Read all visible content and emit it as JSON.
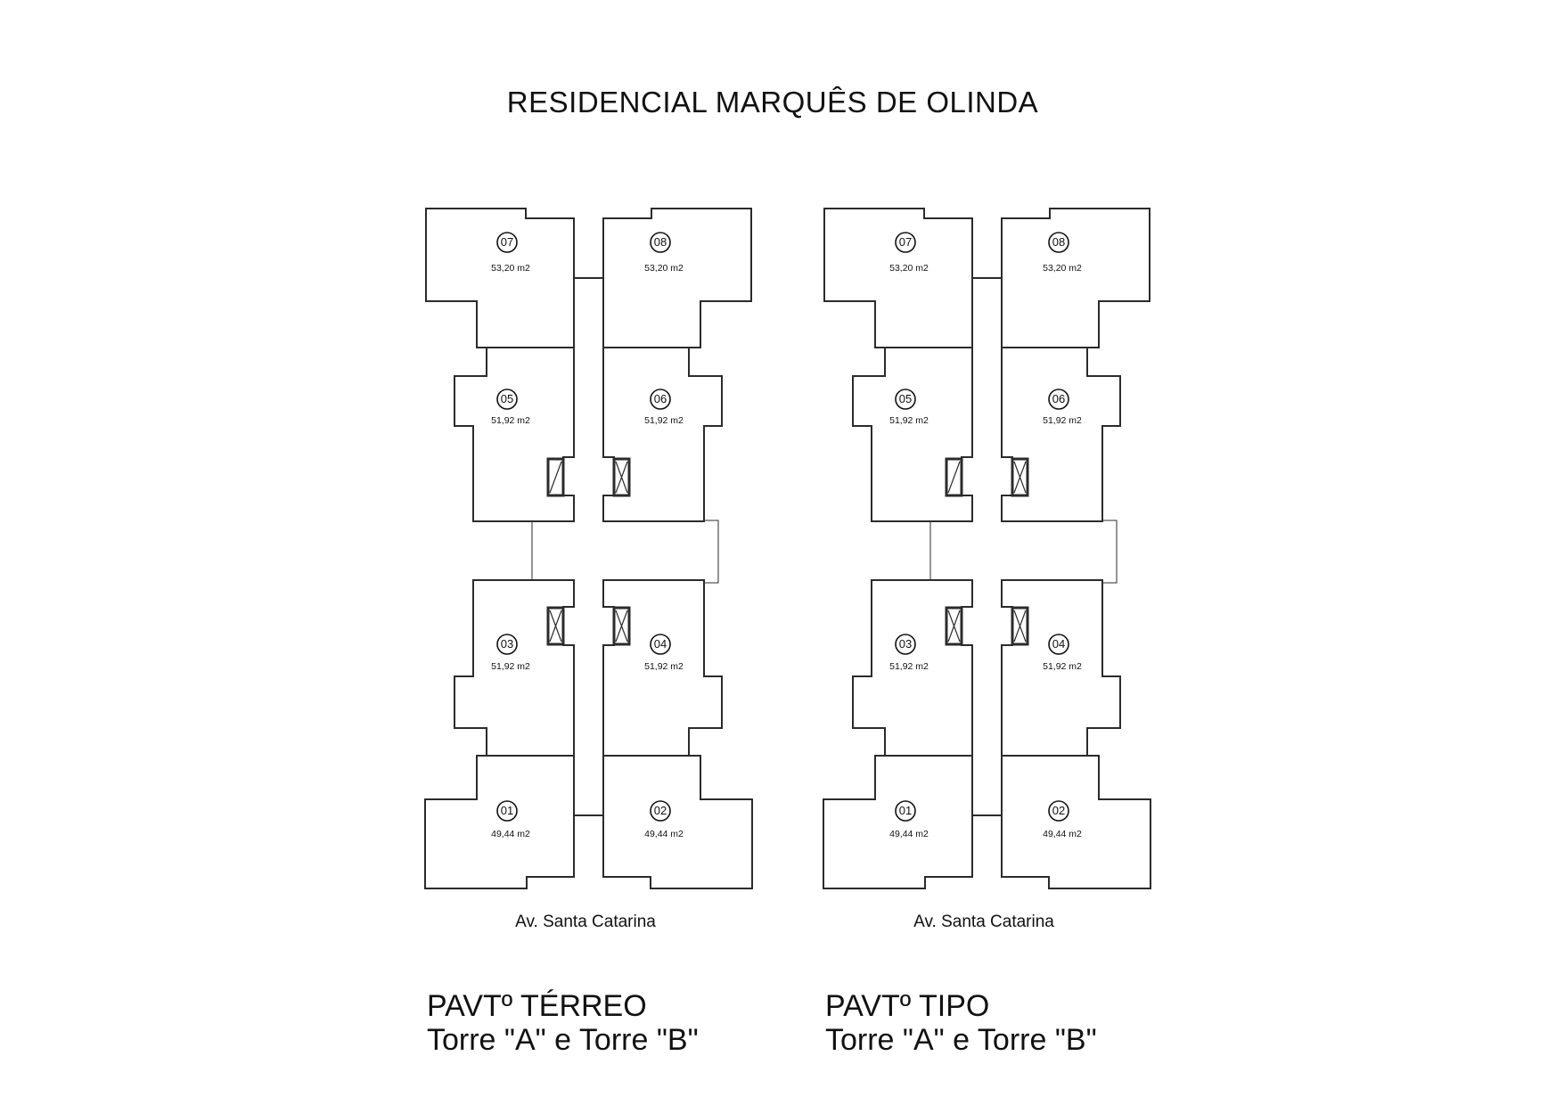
{
  "page_title": "RESIDENCIAL MARQUÊS DE OLINDA",
  "colors": {
    "line": "#2b2b2b",
    "text": "#111111"
  },
  "plans": [
    {
      "id": "terreo",
      "street": "Av. Santa Catarina",
      "caption_line1": "PAVTº TÉRREO",
      "caption_line2": "Torre \"A\" e Torre \"B\"",
      "units": [
        {
          "number": "01",
          "area": "49,44 m2"
        },
        {
          "number": "02",
          "area": "49,44 m2"
        },
        {
          "number": "03",
          "area": "51,92 m2"
        },
        {
          "number": "04",
          "area": "51,92 m2"
        },
        {
          "number": "05",
          "area": "51,92 m2"
        },
        {
          "number": "06",
          "area": "51,92 m2"
        },
        {
          "number": "07",
          "area": "53,20 m2"
        },
        {
          "number": "08",
          "area": "53,20 m2"
        }
      ]
    },
    {
      "id": "tipo",
      "street": "Av. Santa Catarina",
      "caption_line1": "PAVTº TIPO",
      "caption_line2": "Torre \"A\" e Torre \"B\"",
      "units": [
        {
          "number": "01",
          "area": "49,44 m2"
        },
        {
          "number": "02",
          "area": "49,44 m2"
        },
        {
          "number": "03",
          "area": "51,92 m2"
        },
        {
          "number": "04",
          "area": "51,92 m2"
        },
        {
          "number": "05",
          "area": "51,92 m2"
        },
        {
          "number": "06",
          "area": "51,92 m2"
        },
        {
          "number": "07",
          "area": "53,20 m2"
        },
        {
          "number": "08",
          "area": "53,20 m2"
        }
      ]
    }
  ]
}
